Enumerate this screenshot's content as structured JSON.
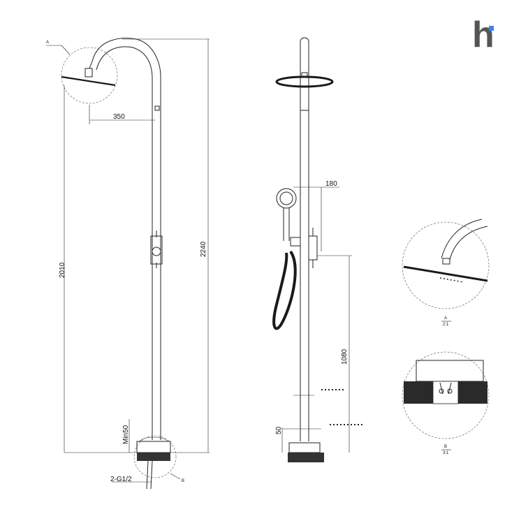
{
  "brand": {
    "letter": "h",
    "accent_color": "#3b82f6",
    "text_color": "#555555"
  },
  "dimensions": {
    "arm_reach": "350",
    "total_height": "2240",
    "outlet_height": "2010",
    "min_base": "Min50",
    "connection": "2-G1/2",
    "hand_shower_offset": "180",
    "mixer_height": "1080",
    "base_height": "50"
  },
  "detail_labels": {
    "a": "A",
    "b": "B",
    "a_scale": "2:1",
    "b_scale": "3:1"
  }
}
